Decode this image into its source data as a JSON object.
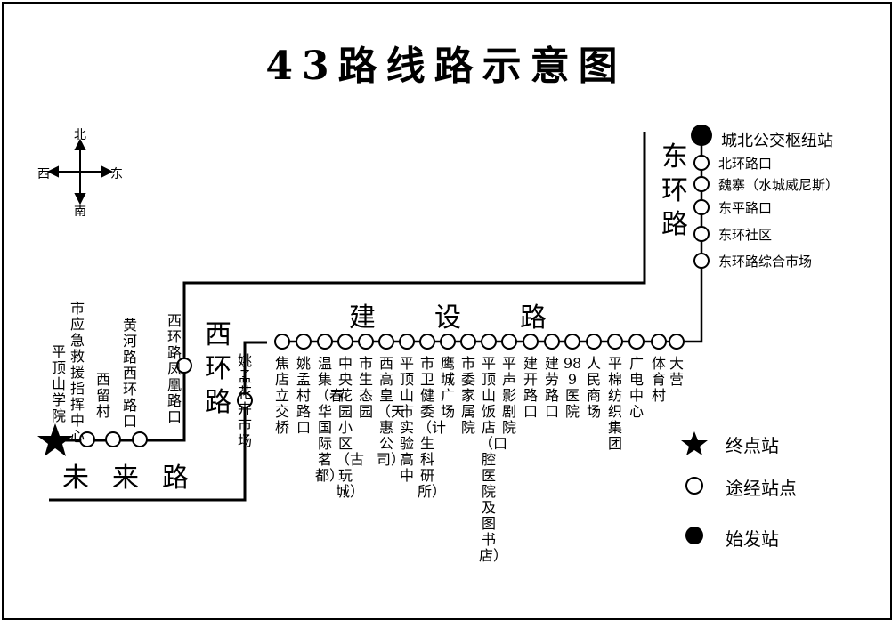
{
  "title": "43路线路示意图",
  "compass": {
    "north": "北",
    "south": "南",
    "west": "西",
    "east": "东"
  },
  "roads": {
    "east_ring": "东环路",
    "west_ring": "西环路",
    "jianshe": "建设路",
    "weilai": "未来路"
  },
  "terminal": "城北公交枢纽站",
  "east_stops": [
    "北环路口",
    "魏寨（水城威尼斯）",
    "东平路口",
    "东环社区",
    "东环路综合市场"
  ],
  "bottom_stops": [
    "大营",
    "体育村",
    "广电中心",
    "平棉纺织集团",
    "人民商场",
    "989医院",
    "建劳路口",
    "建开路口",
    "平声影剧院",
    "平顶山饭店（口腔医院及图书店）",
    "市委家属院",
    "鹰城广场",
    "市卫健委（计生科研所）",
    "平顶山市实验高中",
    "西高皇（天惠公司）",
    "市生态园",
    "中央花园小区（古玩城）",
    "温集（春华国际茗都）",
    "姚孟村路口",
    "焦店立交桥",
    "姚孟花卉市场"
  ],
  "west_stops": [
    "西环路凤凰路口",
    "黄河路西环路口",
    "西留村",
    "市应急救援指挥中心"
  ],
  "end_station": "平顶山学院",
  "legend": {
    "terminal": "终点站",
    "via": "途经站点",
    "origin": "始发站"
  }
}
